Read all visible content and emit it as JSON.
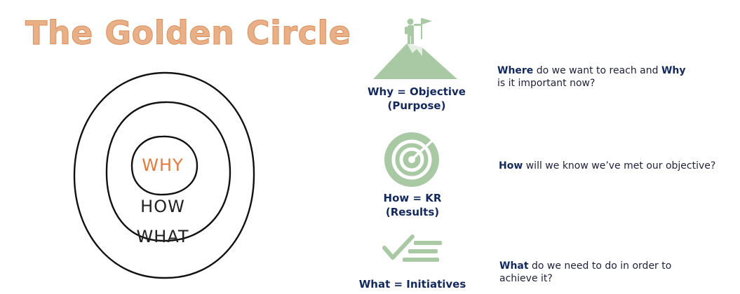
{
  "title": "The Golden Circle",
  "circle": {
    "why": "WHY",
    "how": "HOW",
    "what": "WHAT"
  },
  "rows": [
    {
      "icon": "mountain-flag-icon",
      "label_line1": "Why = Objective",
      "label_line2": "(Purpose)",
      "q_line1_bold": "Where",
      "q_line1_mid": " do we want to reach and ",
      "q_line1_bold2": "Why",
      "q_line2": "is it important now?"
    },
    {
      "icon": "target-icon",
      "label_line1": "How = KR",
      "label_line2": "(Results)",
      "q_line1_bold": "How",
      "q_line1_rest": " will we know we’ve met our objective?"
    },
    {
      "icon": "checklist-icon",
      "label_line1": "What = Initiatives",
      "q_line1_bold": "What",
      "q_line1_rest": " do we need to do in order to",
      "q_line2": "achieve it?"
    }
  ],
  "colors": {
    "title": "#e9b088",
    "icon_green": "#a9c9a4",
    "label_navy": "#13295b",
    "why_orange": "#e07a3c"
  }
}
